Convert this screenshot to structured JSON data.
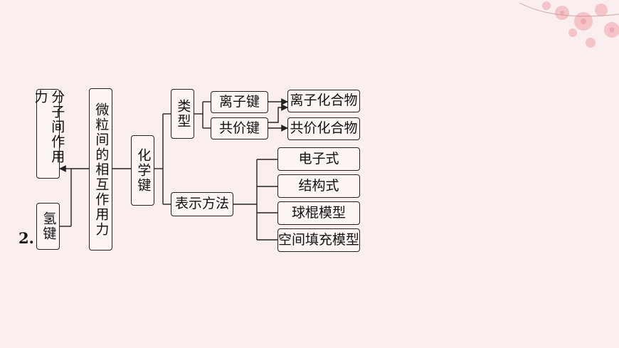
{
  "number": "2.",
  "nodes": {
    "molecular_force": "分子间作用力",
    "hydrogen_bond": "氢键",
    "particle_interaction": "微粒间的相互作用力",
    "chemical_bond": "化学键",
    "types": "类型",
    "representation": "表示方法",
    "ionic_bond": "离子键",
    "covalent_bond": "共价键",
    "ionic_compound": "离子化合物",
    "covalent_compound": "共价化合物",
    "electron_formula": "电子式",
    "structural_formula": "结构式",
    "ball_stick_model": "球棍模型",
    "space_filling_model": "空间填充模型"
  },
  "colors": {
    "background": "#fbeeee",
    "line": "#222222",
    "blossom": "#f2b7bd"
  }
}
